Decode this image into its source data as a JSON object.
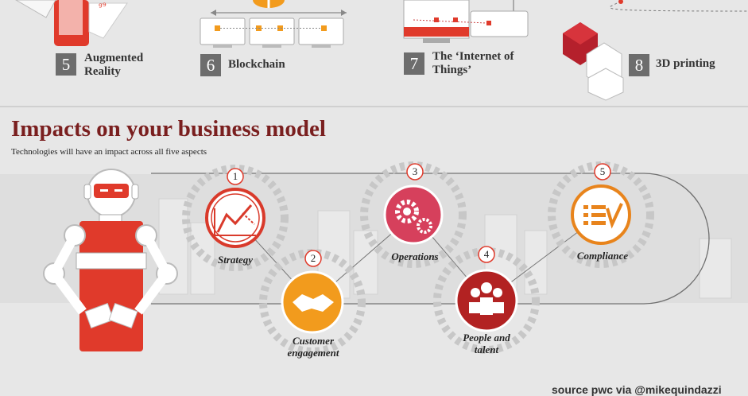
{
  "technologies": [
    {
      "number": "5",
      "label": "Augmented Reality"
    },
    {
      "number": "6",
      "label": "Blockchain"
    },
    {
      "number": "7",
      "label": "The ‘Internet of Things’"
    },
    {
      "number": "8",
      "label": "3D printing"
    }
  ],
  "impacts": {
    "title": "Impacts on your business model",
    "subtitle": "Technologies will have an impact across all five aspects"
  },
  "aspects": [
    {
      "number": "1",
      "label": "Strategy",
      "icon": "strategy-chart-icon",
      "color": "#d93a2b"
    },
    {
      "number": "2",
      "label": "Customer engagement",
      "icon": "handshake-icon",
      "color": "#f29b1d"
    },
    {
      "number": "3",
      "label": "Operations",
      "icon": "gears-icon",
      "color": "#d6405c"
    },
    {
      "number": "4",
      "label": "People and talent",
      "icon": "people-icon",
      "color": "#b22222"
    },
    {
      "number": "5",
      "label": "Compliance",
      "icon": "checklist-icon",
      "color": "#e8841c"
    }
  ],
  "source": "source pwc via @mikequindazzi",
  "colors": {
    "brand_red": "#e03a2b",
    "dark_red": "#7a1f1f",
    "orange": "#f29b1d",
    "grey": "#6d6d6d"
  }
}
